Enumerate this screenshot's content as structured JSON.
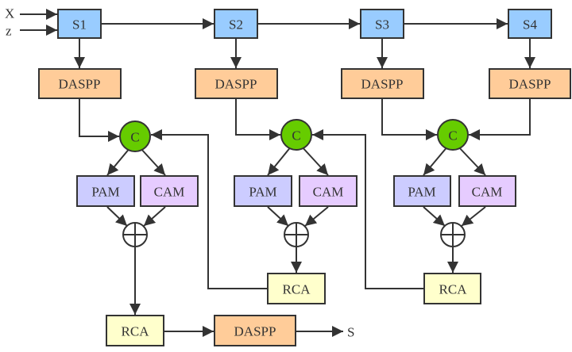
{
  "inputs": {
    "x": "X",
    "z": "z"
  },
  "output": "S",
  "colors": {
    "stage": "#99ccff",
    "daspp": "#ffcc99",
    "concat": "#66cc00",
    "pam": "#ccccff",
    "cam": "#e6ccff",
    "rca": "#ffffcc",
    "line": "#333333"
  },
  "stages": [
    {
      "label": "S1",
      "daspp": "DASPP"
    },
    {
      "label": "S2",
      "daspp": "DASPP"
    },
    {
      "label": "S3",
      "daspp": "DASPP"
    },
    {
      "label": "S4",
      "daspp": "DASPP"
    }
  ],
  "attention_blocks": [
    {
      "concat": "C",
      "pam": "PAM",
      "cam": "CAM",
      "rca": "RCA"
    },
    {
      "concat": "C",
      "pam": "PAM",
      "cam": "CAM",
      "rca": "RCA"
    },
    {
      "concat": "C",
      "pam": "PAM",
      "cam": "CAM",
      "rca": "RCA"
    }
  ],
  "final": {
    "daspp": "DASPP"
  }
}
